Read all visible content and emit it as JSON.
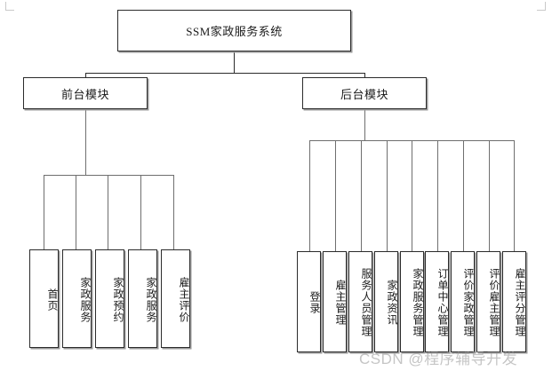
{
  "diagram": {
    "root": {
      "label": "SSM家政服务系统"
    },
    "branches": [
      {
        "id": "frontend",
        "label": "前台模块"
      },
      {
        "id": "backend",
        "label": "后台模块"
      }
    ],
    "frontend_leaves": [
      {
        "label": "首页"
      },
      {
        "label": "家政服务"
      },
      {
        "label": "家政预约"
      },
      {
        "label": "家政服务"
      },
      {
        "label": "雇主评价"
      }
    ],
    "backend_leaves": [
      {
        "label": "登录"
      },
      {
        "label": "雇主管理"
      },
      {
        "label": "服务人员管理"
      },
      {
        "label": "家政资讯"
      },
      {
        "label": "家政服务管理"
      },
      {
        "label": "订单中心管理"
      },
      {
        "label": "评价家政管理"
      },
      {
        "label": "评价雇主管理"
      },
      {
        "label": "雇主评分管理"
      }
    ],
    "watermark": "CSDN @程序辅导开发",
    "colors": {
      "line": "#6f6f6f",
      "border": "#2b2b2b",
      "text": "#1a1a1a",
      "background": "#ffffff",
      "watermark": "#969696"
    }
  }
}
